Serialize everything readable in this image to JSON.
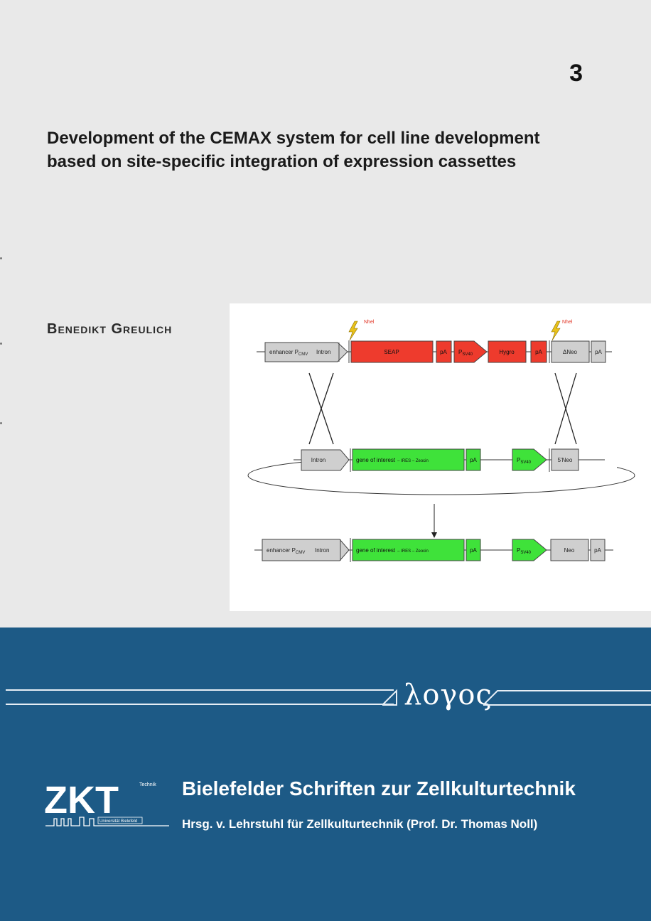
{
  "cover": {
    "volume_number": "3",
    "title_line1": "Development of the CEMAX system for cell line development",
    "title_line2": "based on site-specific integration of expression cassettes",
    "author": "Benedikt Greulich"
  },
  "figure": {
    "row1": {
      "marker_left": "Nhel",
      "marker_right": "Nhel",
      "box_promoter": "enhancer P",
      "box_promoter_sub": "CMV",
      "box_intron": "Intron",
      "box_seap": "SEAP",
      "box_pa1": "pA",
      "box_psv": "P",
      "box_psv_sub": "SV40",
      "box_hygro": "Hygro",
      "box_pa2": "pA",
      "box_neo": "ΔNeo",
      "box_pa3": "pA"
    },
    "row2": {
      "box_intron": "Intron",
      "box_gene": "gene of interest",
      "box_gene_sub": "– IRES – Zeocin",
      "box_pa": "pA",
      "box_psv": "P",
      "box_psv_sub": "SV40",
      "box_neo": "5'Neo"
    },
    "row3": {
      "box_promoter": "enhancer P",
      "box_promoter_sub": "CMV",
      "box_intron": "Intron",
      "box_gene": "gene of interest",
      "box_gene_sub": "– IRES – Zeocin",
      "box_pa": "pA",
      "box_psv": "P",
      "box_psv_sub": "SV40",
      "box_neo": "Neo",
      "box_pa2": "pA"
    },
    "colors": {
      "red": "#ee3b2d",
      "green": "#3fe23a",
      "grey": "#cfcfcf"
    }
  },
  "publisher": {
    "logo_word": "λογος"
  },
  "series": {
    "logo_text": "ZKT",
    "logo_small_tr": "Technik",
    "logo_small_sub": "Universität Bielefeld",
    "name": "Bielefelder Schriften zur Zellkulturtechnik",
    "editor": "Hrsg. v. Lehrstuhl für Zellkulturtechnik (Prof. Dr. Thomas Noll)"
  }
}
